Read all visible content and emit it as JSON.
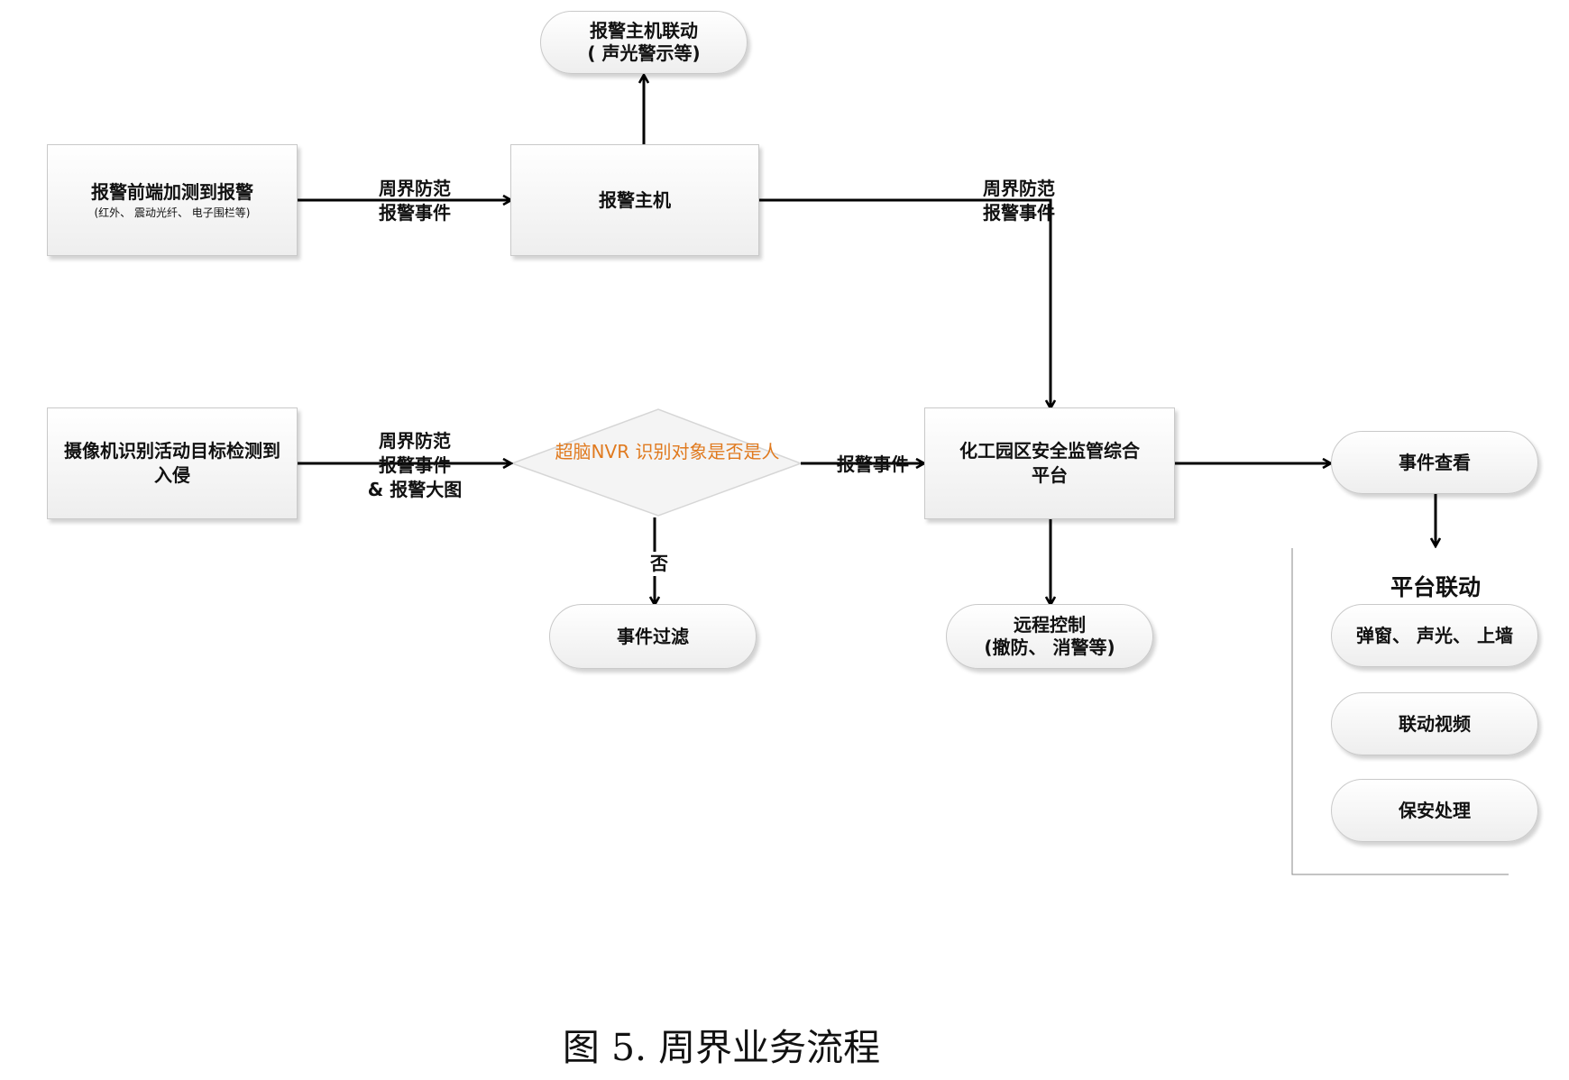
{
  "nodes": {
    "host_linkage": {
      "line1": "报警主机联动",
      "line2": "(  声光警示等)"
    },
    "front_detect": {
      "line1": "报警前端加测到报警",
      "line2": "(红外、 震动光纤、 电子围栏等)"
    },
    "alarm_host": {
      "label": "报警主机"
    },
    "camera_detect": {
      "label": "摄像机识别活动目标检测到入侵"
    },
    "nvr_decision": {
      "label": "超脑NVR 识别对象是否是人"
    },
    "platform": {
      "label": "化工园区安全监管综合平台"
    },
    "event_filter": {
      "label": "事件过滤"
    },
    "remote_control": {
      "line1": "远程控制",
      "line2": "(撤防、 消警等)"
    },
    "event_view": {
      "label": "事件查看"
    },
    "linkage_group_title": "平台联动",
    "linkage_items": [
      "弹窗、 声光、 上墙",
      "联动视频",
      "保安处理"
    ]
  },
  "edges": {
    "front_to_host": {
      "line1": "周界防范",
      "line2": "报警事件"
    },
    "host_to_platform": {
      "line1": "周界防范",
      "line2": "报警事件"
    },
    "camera_to_nvr": {
      "line1": "周界防范",
      "line2": "报警事件",
      "line3": "&  报警大图"
    },
    "nvr_to_platform": "报警事件",
    "nvr_no": "否"
  },
  "colors": {
    "decision_text": "#e07a1f",
    "line": "#000000"
  },
  "caption": "图 5.  周界业务流程"
}
